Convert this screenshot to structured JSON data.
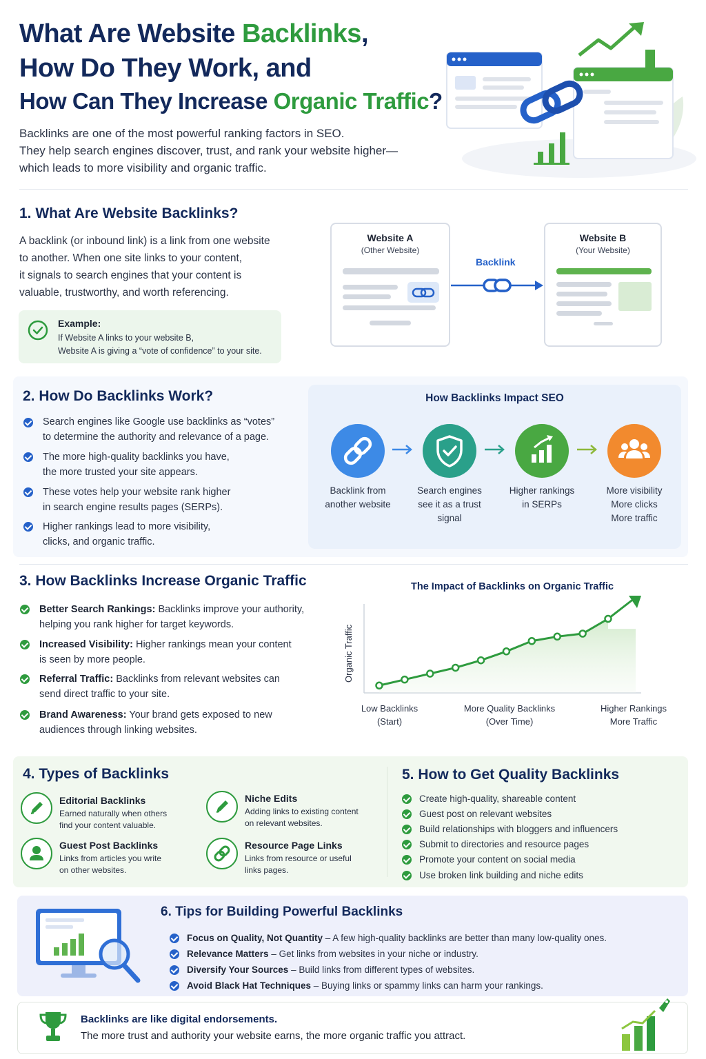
{
  "header": {
    "title_line1_a": "What Are Website ",
    "title_line1_b": "Backlinks",
    "title_line1_c": ",",
    "title_line2": "How Do They Work, and",
    "title_line3_a": "How Can They Increase ",
    "title_line3_b": "Organic Traffic",
    "title_line3_c": "?",
    "intro": [
      "Backlinks are one of the most powerful ranking factors in SEO.",
      "They help search engines discover, trust, and rank your website higher—",
      "which leads to more visibility and organic traffic."
    ]
  },
  "section1": {
    "title": "1. What Are Website Backlinks?",
    "body": [
      "A backlink (or inbound link) is a link from one website",
      "to another. When one site links to your content,",
      "it signals to search engines that your content is",
      "valuable, trustworthy, and worth referencing."
    ],
    "example_title": "Example:",
    "example_lines": [
      "If Website A links to your website B,",
      "Website A is giving a “vote of confidence” to your site."
    ],
    "site_a_name": "Website A",
    "site_a_sub": "(Other Website)",
    "site_b_name": "Website B",
    "site_b_sub": "(Your Website)",
    "link_label": "Backlink"
  },
  "section2": {
    "title": "2. How Do Backlinks Work?",
    "bullets": [
      [
        "Search engines like Google use backlinks as “votes”",
        "to determine the authority and relevance of a page."
      ],
      [
        "The more high-quality backlinks you have,",
        "the more trusted your site appears."
      ],
      [
        "These votes help your website rank higher",
        "in search engine results pages (SERPs)."
      ],
      [
        "Higher rankings lead to more visibility,",
        "clicks, and organic traffic."
      ]
    ],
    "impact_title": "How Backlinks Impact SEO",
    "flow": [
      {
        "icon": "link-icon",
        "color": "#3d8ae6",
        "lines": [
          "Backlink from",
          "another website"
        ]
      },
      {
        "icon": "shield-check-icon",
        "color": "#2aa08a",
        "lines": [
          "Search engines",
          "see it as a trust",
          "signal"
        ]
      },
      {
        "icon": "bar-chart-icon",
        "color": "#49a842",
        "lines": [
          "Higher rankings",
          "in SERPs"
        ]
      },
      {
        "icon": "people-icon",
        "color": "#f28a2e",
        "lines": [
          "More visibility",
          "More clicks",
          "More traffic"
        ]
      }
    ]
  },
  "section3": {
    "title": "3. How Backlinks Increase Organic Traffic",
    "items": [
      {
        "lead": "Better Search Rankings:",
        "rest": " Backlinks improve your authority,",
        "line2": "helping you rank higher for target keywords."
      },
      {
        "lead": "Increased Visibility:",
        "rest": " Higher rankings mean your content",
        "line2": "is seen by more people."
      },
      {
        "lead": "Referral Traffic:",
        "rest": " Backlinks from relevant websites can",
        "line2": "send direct traffic to your site."
      },
      {
        "lead": "Brand Awareness:",
        "rest": " Your brand gets exposed to new",
        "line2": "audiences through linking websites."
      }
    ]
  },
  "chart_data": {
    "type": "line",
    "title": "The Impact of Backlinks on Organic Traffic",
    "ylabel": "Organic Traffic",
    "xlabel": "",
    "x_labels": [
      [
        "Low Backlinks",
        "(Start)"
      ],
      [
        "More Quality Backlinks",
        "(Over Time)"
      ],
      [
        "Higher Rankings",
        "More Traffic"
      ]
    ],
    "values": [
      1,
      1.8,
      2.6,
      3.4,
      4.4,
      5.6,
      7,
      7.6,
      8,
      10
    ],
    "ylim": [
      0,
      12
    ],
    "grid": false,
    "line_color": "#2e9b3e"
  },
  "section4": {
    "title": "4. Types of Backlinks",
    "types": [
      {
        "icon": "pencil-icon",
        "title": "Editorial Backlinks",
        "desc": [
          "Earned naturally when others",
          "find your content valuable."
        ]
      },
      {
        "icon": "pencil-icon",
        "title": "Niche Edits",
        "desc": [
          "Adding links to existing content",
          "on relevant websites."
        ]
      },
      {
        "icon": "person-icon",
        "title": "Guest Post Backlinks",
        "desc": [
          "Links from articles you write",
          "on other websites."
        ]
      },
      {
        "icon": "link-icon",
        "title": "Resource Page Links",
        "desc": [
          "Links from resource or useful",
          "links pages."
        ]
      }
    ]
  },
  "section5": {
    "title": "5. How to Get Quality Backlinks",
    "items": [
      "Create high-quality, shareable content",
      "Guest post on relevant websites",
      "Build relationships with bloggers and influencers",
      "Submit to directories and resource pages",
      "Promote your content on social media",
      "Use broken link building and niche edits"
    ]
  },
  "section6": {
    "title": "6. Tips for Building Powerful Backlinks",
    "tips": [
      {
        "lead": "Focus on Quality, Not Quantity",
        "rest": " – A few high-quality backlinks are better than many low-quality ones."
      },
      {
        "lead": "Relevance Matters",
        "rest": " – Get links from websites in your niche or industry."
      },
      {
        "lead": "Diversify Your Sources",
        "rest": " – Build links from different types of websites."
      },
      {
        "lead": "Avoid Black Hat Techniques",
        "rest": " – Buying links or spammy links can harm your rankings."
      }
    ]
  },
  "footer": {
    "line1": "Backlinks are like digital endorsements.",
    "line2": "The more trust and authority your website earns, the more organic traffic you attract."
  },
  "colors": {
    "navy": "#13295b",
    "green": "#2e9b3e",
    "blue": "#2561c9"
  }
}
